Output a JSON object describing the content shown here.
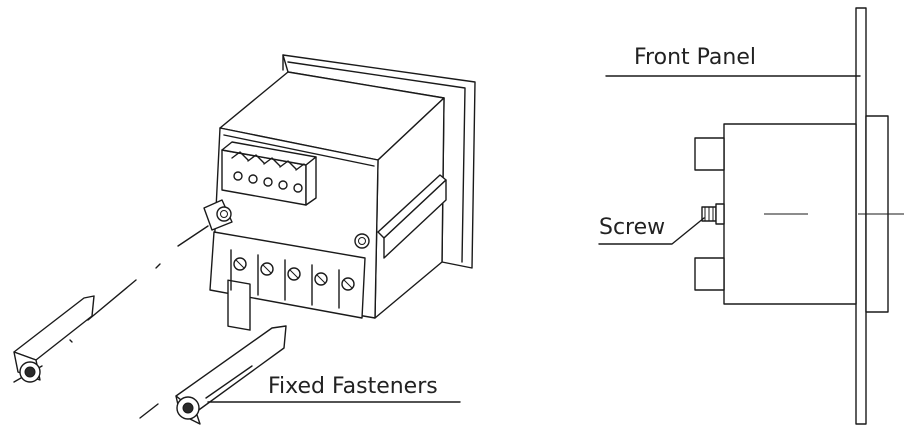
{
  "labels": {
    "fixed_fasteners": "Fixed Fasteners",
    "front_panel": "Front Panel",
    "screw": "Screw"
  },
  "colors": {
    "line": "#1a1a1a",
    "background": "#ffffff"
  }
}
